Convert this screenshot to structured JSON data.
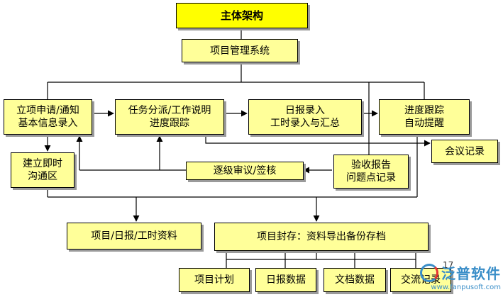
{
  "title": "主体架构",
  "nodes": {
    "system": "项目管理系统",
    "initiation": [
      "立项申请/通知",
      "基本信息录入"
    ],
    "dispatch": [
      "任务分派/工作说明",
      "进度跟踪"
    ],
    "daily": [
      "日报录入",
      "工时录入与汇总"
    ],
    "tracking": [
      "进度跟踪",
      "自动提醒"
    ],
    "meeting": "会议记录",
    "im": [
      "建立即时",
      "沟通区"
    ],
    "review": "逐级审议/签核",
    "acceptance": [
      "验收报告",
      "问题点记录"
    ],
    "records": "项目/日报/工时资料",
    "archive": "项目封存：资料导出备份存档",
    "plan": "项目计划",
    "daily_data": "日报数据",
    "doc_data": "文档数据",
    "exchange": "交流记录"
  },
  "page_number": "17",
  "logo": {
    "name": "泛普软件",
    "url": "www.fanpusoft.com"
  },
  "colors": {
    "box": "#ffff99",
    "title_box": "#ffff00",
    "line": "#000000"
  }
}
